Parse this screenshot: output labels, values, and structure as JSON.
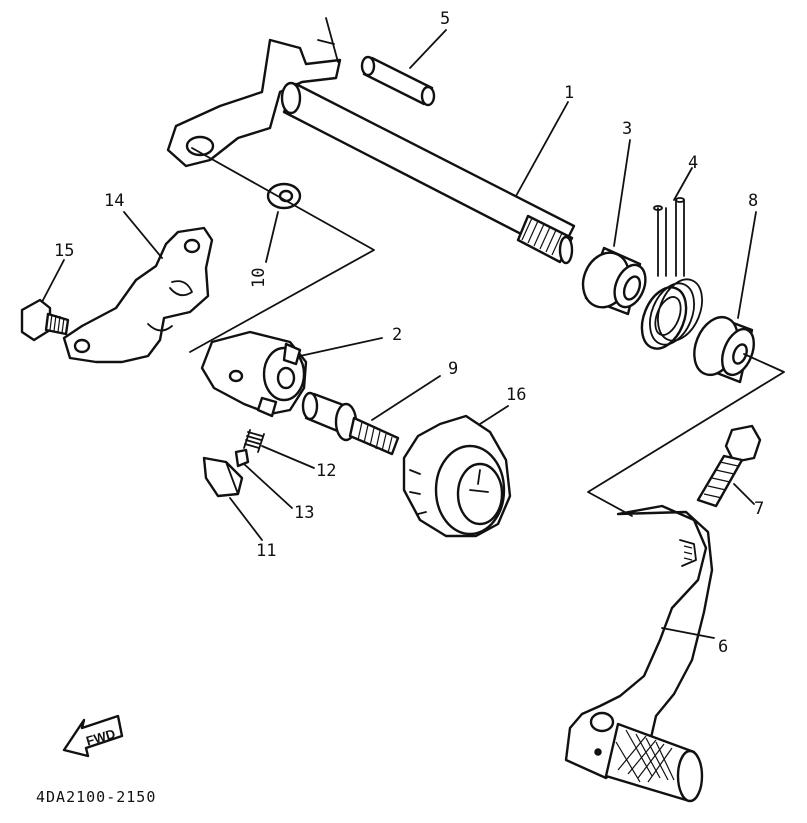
{
  "diagram": {
    "code": "4DA2100-2150",
    "fwd_label": "FWD"
  },
  "callouts": {
    "c1": "1",
    "c2": "2",
    "c3": "3",
    "c4": "4",
    "c5": "5",
    "c6": "6",
    "c7": "7",
    "c8": "8",
    "c9": "9",
    "c10": "10",
    "c11": "11",
    "c12": "12",
    "c13": "13",
    "c14": "14",
    "c15": "15",
    "c16": "16"
  },
  "colors": {
    "ink": "#111111",
    "paper": "#ffffff"
  }
}
